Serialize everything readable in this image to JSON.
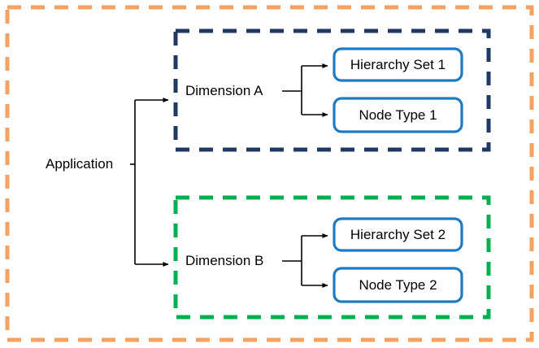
{
  "diagram": {
    "title": "Application dimension hierarchy diagram",
    "type": "block-diagram",
    "colors": {
      "outer_boundary": "#F4A261",
      "group_a_boundary": "#1F3864",
      "group_b_boundary": "#00B050",
      "node_border": "#1F7BC1",
      "node_fill": "#FFFFFF",
      "connector": "#000000",
      "text": "#000000",
      "background": "#FFFFFF"
    },
    "root": {
      "label": "Application"
    },
    "groups": [
      {
        "id": "group-a",
        "boundary_color": "#1F3864",
        "dimension_label": "Dimension A",
        "nodes": [
          {
            "id": "hierarchy-set-1",
            "label": "Hierarchy Set 1"
          },
          {
            "id": "node-type-1",
            "label": "Node Type 1"
          }
        ]
      },
      {
        "id": "group-b",
        "boundary_color": "#00B050",
        "dimension_label": "Dimension B",
        "nodes": [
          {
            "id": "hierarchy-set-2",
            "label": "Hierarchy Set 2"
          },
          {
            "id": "node-type-2",
            "label": "Node Type 2"
          }
        ]
      }
    ]
  }
}
